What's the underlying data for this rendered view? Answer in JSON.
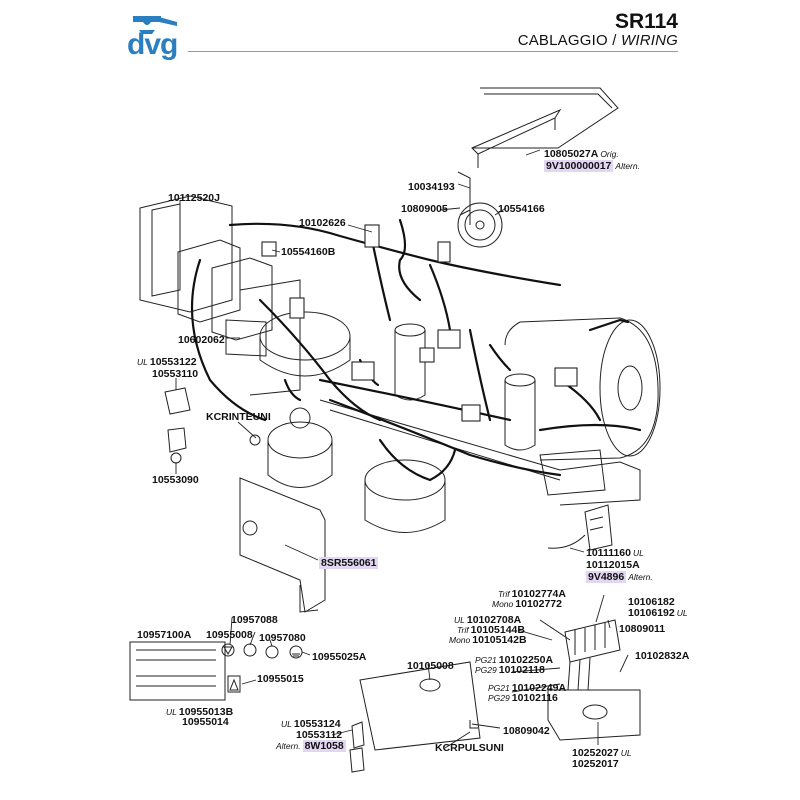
{
  "brand": {
    "name": "dvg",
    "color": "#2b7fc1"
  },
  "header": {
    "code": "SR114",
    "subtitle_it": "CABLAGGIO",
    "separator": " / ",
    "subtitle_en": "WIRING"
  },
  "colors": {
    "highlight": "#e3d6f3",
    "line": "#222222"
  },
  "parts": {
    "p10805027A": {
      "code": "10805027A",
      "suffix": "Orig."
    },
    "p9V100000017": {
      "code": "9V100000017",
      "suffix": "Altern."
    },
    "p10034193": {
      "code": "10034193"
    },
    "p10809005": {
      "code": "10809005"
    },
    "p10554166": {
      "code": "10554166"
    },
    "p10112520J": {
      "code": "10112520J"
    },
    "p10102626": {
      "code": "10102626"
    },
    "p10554160B": {
      "code": "10554160B"
    },
    "p10602062": {
      "code": "10602062"
    },
    "p10553122": {
      "prefix": "UL",
      "code": "10553122"
    },
    "p10553110": {
      "code": "10553110"
    },
    "kcrinteuni": {
      "code": "KCRINTEUNI"
    },
    "p10553090": {
      "code": "10553090"
    },
    "p8SR556061": {
      "code": "8SR556061"
    },
    "p10111160": {
      "code": "10111160",
      "suffix": "UL"
    },
    "p10112015A": {
      "code": "10112015A"
    },
    "p9V4896": {
      "code": "9V4896",
      "suffix": "Altern."
    },
    "p10102774A": {
      "prefix": "Trif",
      "code": "10102774A"
    },
    "p10102772": {
      "prefix": "Mono",
      "code": "10102772"
    },
    "p10106182": {
      "code": "10106182"
    },
    "p10106192": {
      "code": "10106192",
      "suffix": "UL"
    },
    "p10102708A": {
      "prefix": "UL",
      "code": "10102708A"
    },
    "p10105144B": {
      "prefix": "Trif",
      "code": "10105144B"
    },
    "p10105142B": {
      "prefix": "Mono",
      "code": "10105142B"
    },
    "p10809011": {
      "code": "10809011"
    },
    "p10957088": {
      "code": "10957088"
    },
    "p10957100A": {
      "code": "10957100A"
    },
    "p10955008": {
      "code": "10955008"
    },
    "p10957080": {
      "code": "10957080"
    },
    "p10955025A": {
      "code": "10955025A"
    },
    "p10102832A": {
      "code": "10102832A"
    },
    "p10105008": {
      "code": "10105008"
    },
    "p10102250A": {
      "prefix": "PG21",
      "code": "10102250A"
    },
    "p10102118": {
      "prefix": "PG29",
      "code": "10102118"
    },
    "p10955015": {
      "code": "10955015"
    },
    "p10102249A": {
      "prefix": "PG21",
      "code": "10102249A"
    },
    "p10102116": {
      "prefix": "PG29",
      "code": "10102116"
    },
    "p10955013B": {
      "prefix": "UL",
      "code": "10955013B"
    },
    "p10955014": {
      "code": "10955014"
    },
    "p10553124": {
      "prefix": "UL",
      "code": "10553124"
    },
    "p10553112": {
      "code": "10553112"
    },
    "p8W1058": {
      "prefix": "Altern.",
      "code": "8W1058"
    },
    "p10809042": {
      "code": "10809042"
    },
    "kcrpulsuni": {
      "code": "KCRPULSUNI"
    },
    "p10252027": {
      "code": "10252027",
      "suffix": "UL"
    },
    "p10252017": {
      "code": "10252017"
    }
  }
}
